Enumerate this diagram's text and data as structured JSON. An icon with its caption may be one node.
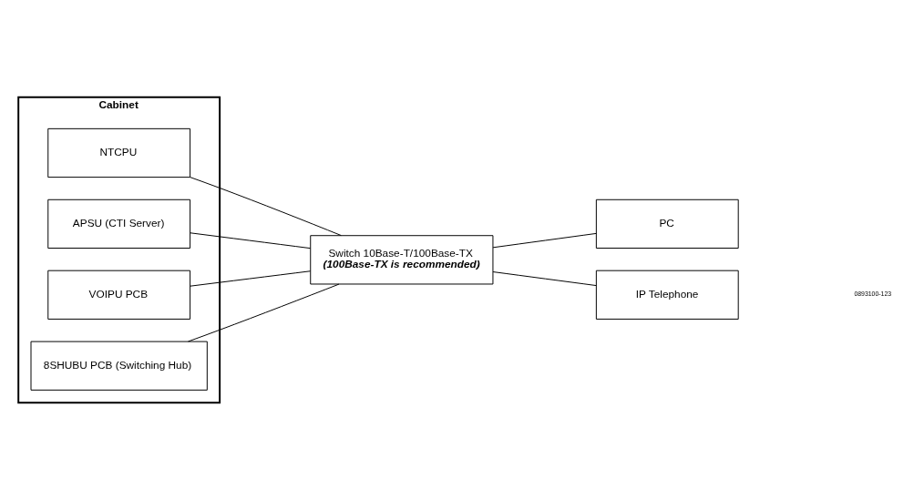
{
  "diagram": {
    "nodes": [
      {
        "text": [
          "Cabinet"
        ]
      },
      {
        "text": [
          "NTCPU"
        ],
        "in": 0
      },
      {
        "text": [
          "APSU (CTI Server)"
        ],
        "in": 0
      },
      {
        "text": [
          "VOIPU PCB"
        ],
        "in": 0
      },
      {
        "text": [
          "8SHUBU PCB (Switching Hub)"
        ],
        "in": 0
      },
      {
        "text": [
          "Switch 10Base-T/100Base-TX",
          "(100Base-TX is recommended)"
        ]
      },
      {
        "text": [
          "PC"
        ]
      },
      {
        "text": [
          "IP Telephone"
        ]
      }
    ],
    "edges": [
      {
        "from": 1,
        "to": 5,
        "arrow": "none"
      },
      {
        "from": 2,
        "to": 5,
        "arrow": "none"
      },
      {
        "from": 3,
        "to": 5,
        "arrow": "none"
      },
      {
        "from": 4,
        "to": 5,
        "arrow": "none"
      },
      {
        "from": 5,
        "to": 6,
        "arrow": "none"
      },
      {
        "from": 5,
        "to": 7,
        "arrow": "none"
      }
    ],
    "labels": [
      "0893100-123"
    ]
  }
}
